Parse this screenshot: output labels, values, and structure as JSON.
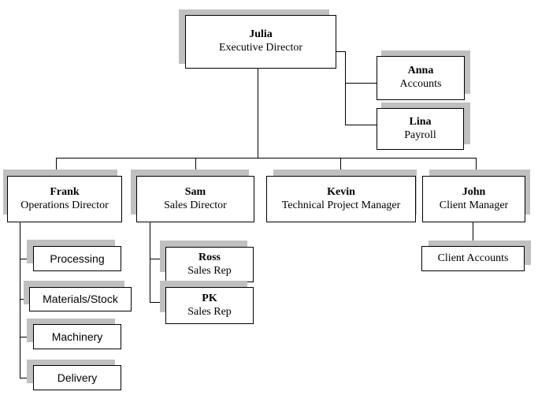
{
  "org": {
    "julia": {
      "name": "Julia",
      "role": "Executive Director"
    },
    "anna": {
      "name": "Anna",
      "role": "Accounts"
    },
    "lina": {
      "name": "Lina",
      "role": "Payroll"
    },
    "frank": {
      "name": "Frank",
      "role": "Operations Director"
    },
    "sam": {
      "name": "Sam",
      "role": "Sales Director"
    },
    "kevin": {
      "name": "Kevin",
      "role": "Technical Project Manager"
    },
    "john": {
      "name": "John",
      "role": "Client Manager"
    },
    "ross": {
      "name": "Ross",
      "role": "Sales Rep"
    },
    "pk": {
      "name": "PK",
      "role": "Sales Rep"
    }
  },
  "units": {
    "processing": "Processing",
    "materials": "Materials/Stock",
    "machinery": "Machinery",
    "delivery": "Delivery",
    "client_accounts": "Client Accounts"
  }
}
